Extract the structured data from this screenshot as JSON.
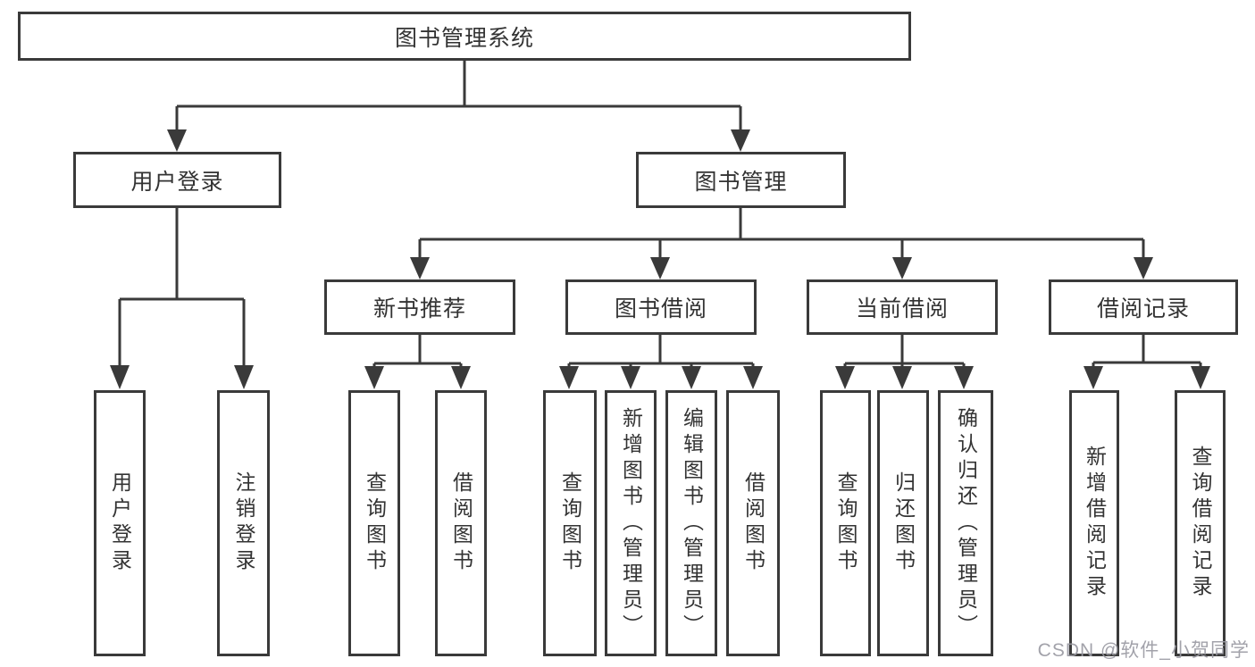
{
  "colors": {
    "line": "#3a3a3a",
    "text": "#333333",
    "box_bg": "#ffffff"
  },
  "watermark": {
    "text": "CSDN @软件_小贺同学",
    "color": "#9b9ba3"
  },
  "tree": {
    "label": "图书管理系统",
    "children": [
      {
        "label": "用户登录",
        "children": [
          {
            "label": "用户登录"
          },
          {
            "label": "注销登录"
          }
        ]
      },
      {
        "label": "图书管理",
        "children": [
          {
            "label": "新书推荐",
            "children": [
              {
                "label": "查询图书"
              },
              {
                "label": "借阅图书"
              }
            ]
          },
          {
            "label": "图书借阅",
            "children": [
              {
                "label": "查询图书"
              },
              {
                "label": "新增图书（管理员）"
              },
              {
                "label": "编辑图书（管理员）"
              },
              {
                "label": "借阅图书"
              }
            ]
          },
          {
            "label": "当前借阅",
            "children": [
              {
                "label": "查询图书"
              },
              {
                "label": "归还图书"
              },
              {
                "label": "确认归还（管理员）"
              }
            ]
          },
          {
            "label": "借阅记录",
            "children": [
              {
                "label": "新增借阅记录"
              },
              {
                "label": "查询借阅记录"
              }
            ]
          }
        ]
      }
    ]
  }
}
